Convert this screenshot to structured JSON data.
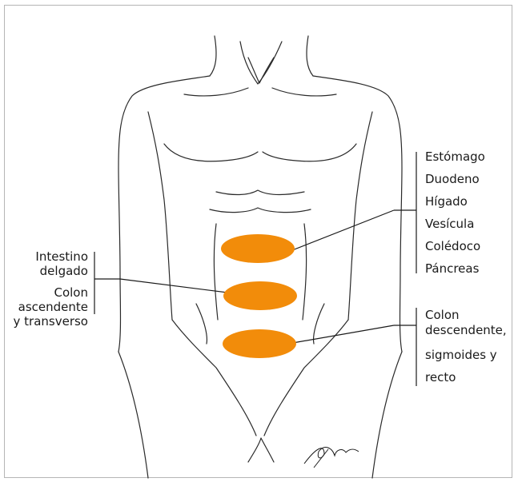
{
  "right_top_labels": [
    "Estómago",
    "Duodeno",
    "Hígado",
    "Vesícula",
    "Colédoco",
    "Páncreas"
  ],
  "left_labels": {
    "group1": [
      "Intestino",
      "delgado"
    ],
    "group2": [
      "Colon",
      "ascendente",
      "y transverso"
    ]
  },
  "right_bottom_labels": [
    "Colon",
    "descendente,",
    "sigmoides y",
    "recto"
  ],
  "colors": {
    "region": "#F28C0A",
    "line": "#1a1a1a",
    "frame": "#b5b5b5"
  }
}
